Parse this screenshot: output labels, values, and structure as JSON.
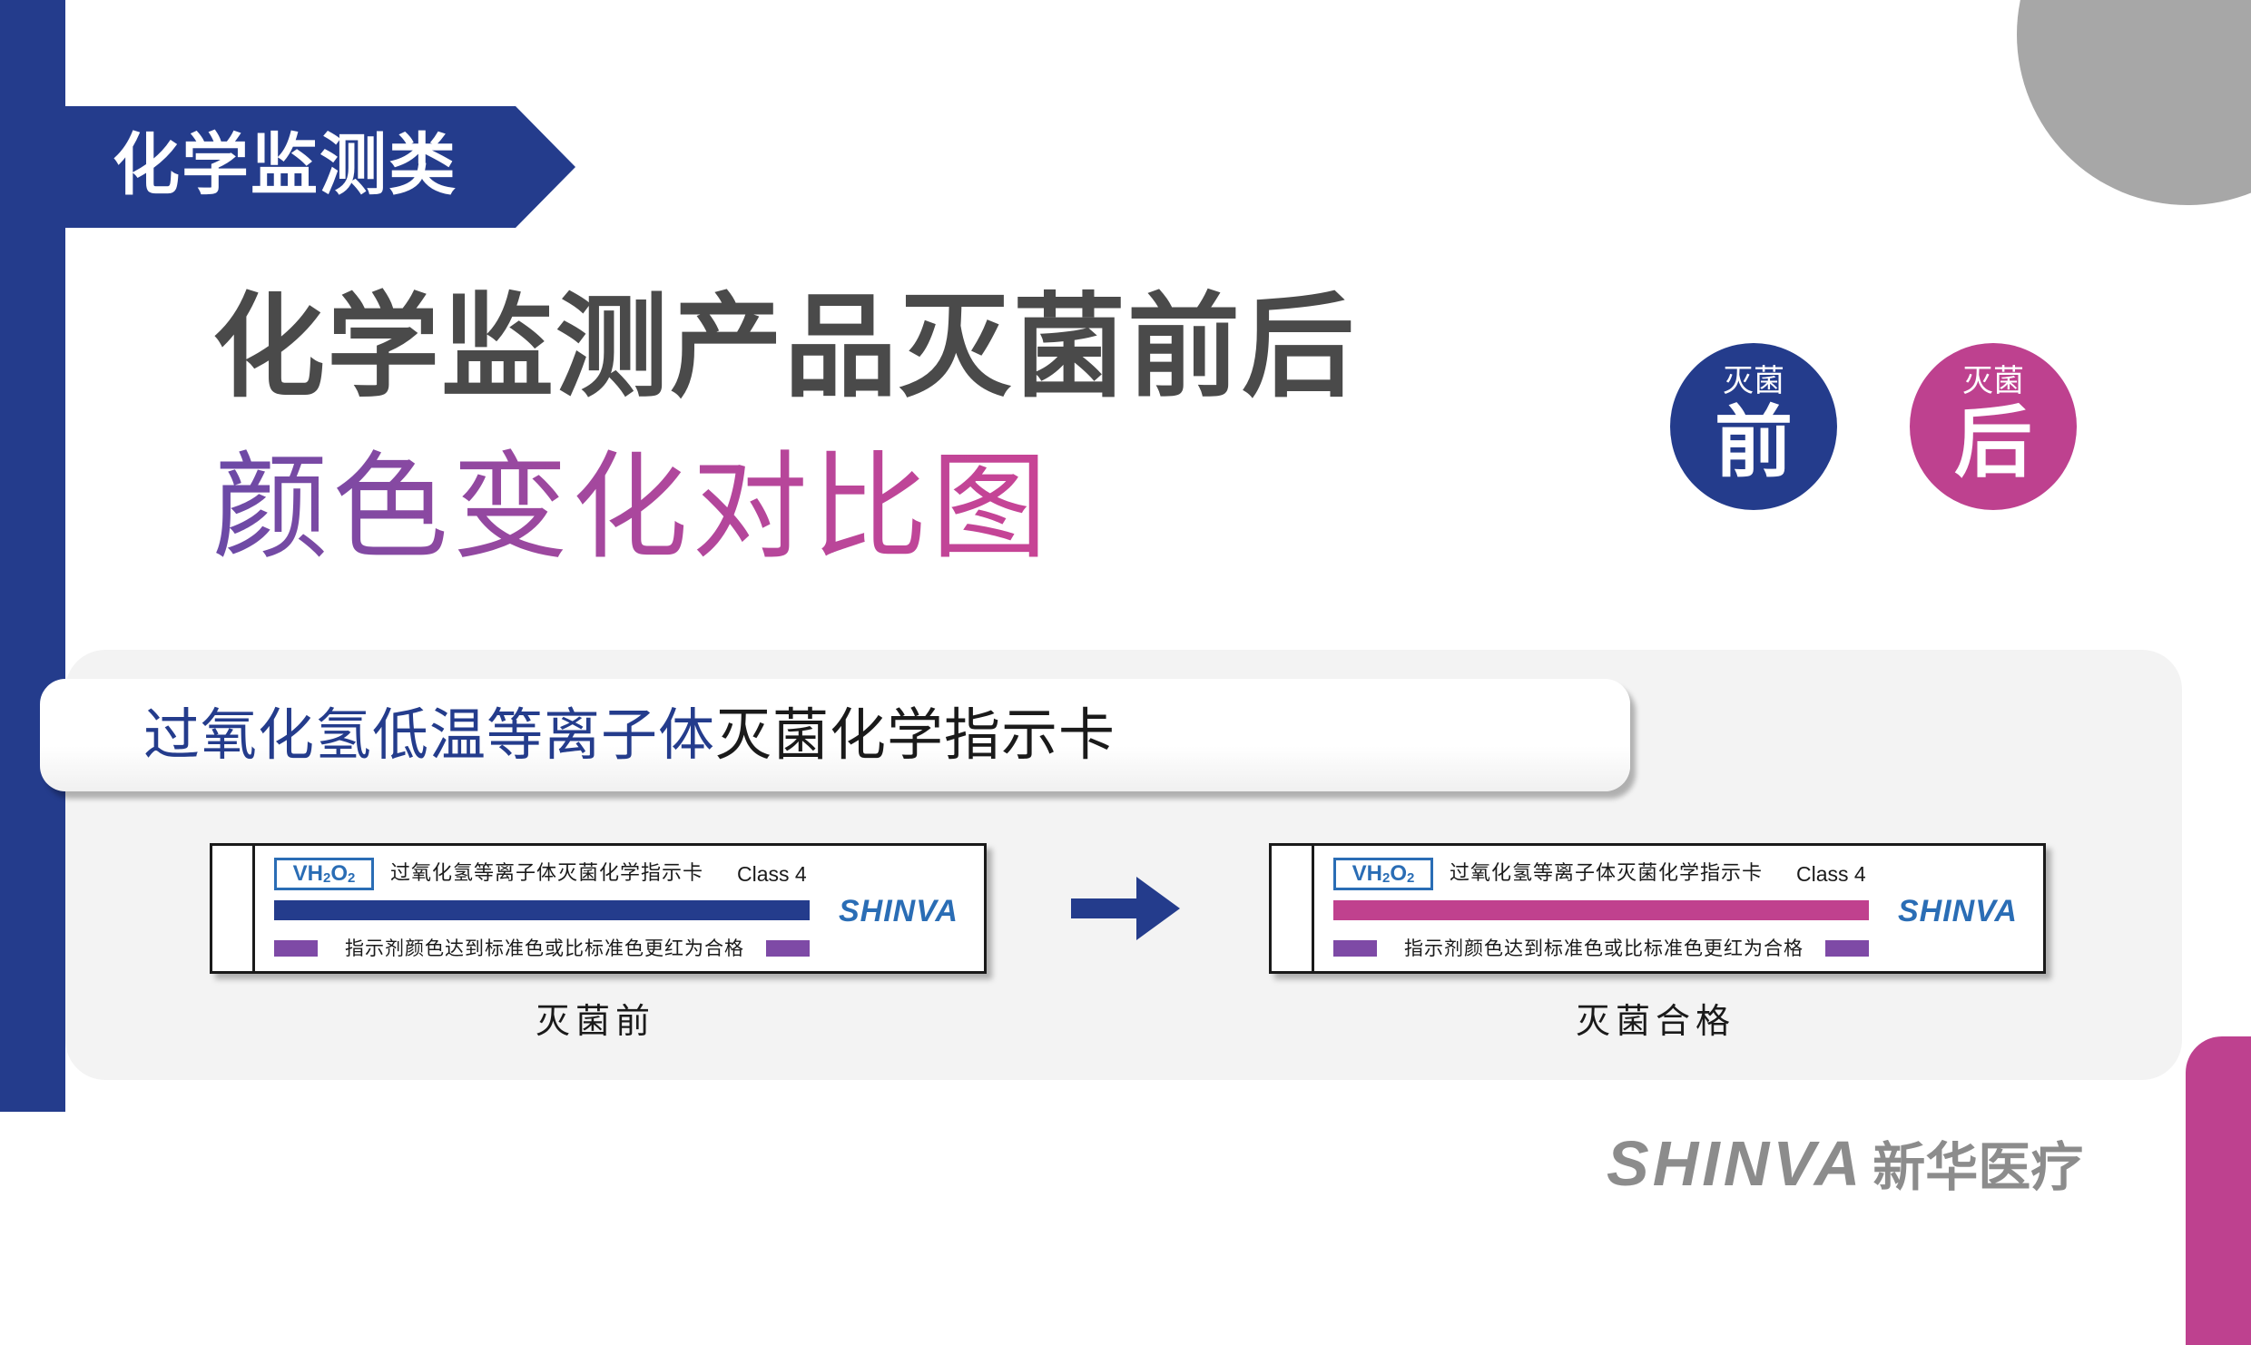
{
  "category": {
    "label": "化学监测类"
  },
  "corner": {
    "formula_base": "VH",
    "sub1": "2",
    "mid": "O",
    "sub2": "2"
  },
  "title": {
    "line1": "化学监测产品灭菌前后",
    "line2": "颜色变化对比图"
  },
  "states": {
    "before": {
      "small": "灭菌",
      "big": "前",
      "color": "#243c8c"
    },
    "after": {
      "small": "灭菌",
      "big": "后",
      "color": "#be418f"
    }
  },
  "panel": {
    "header_blue": "过氧化氢低温等离子体",
    "header_black": "灭菌化学指示卡"
  },
  "card": {
    "tag_base": "VH",
    "tag_sub1": "2",
    "tag_mid": "O",
    "tag_sub2": "2",
    "title": "过氧化氢等离子体灭菌化学指示卡",
    "class_label": "Class 4",
    "brand": "SHINVA",
    "note": "指示剂颜色达到标准色或比标准色更红为合格"
  },
  "before_card": {
    "caption": "灭菌前",
    "bar_color": "#243c8c"
  },
  "after_card": {
    "caption": "灭菌合格",
    "bar_color": "#c0418e"
  },
  "footer": {
    "brand_latin": "SHINVA",
    "brand_cn": "新华医疗"
  },
  "colors": {
    "navy": "#243c8c",
    "magenta": "#be418f",
    "panel_gray": "#f3f3f3",
    "accent_purple": "#7e4aa6"
  },
  "icons": {
    "arrow": "right-arrow-icon"
  }
}
